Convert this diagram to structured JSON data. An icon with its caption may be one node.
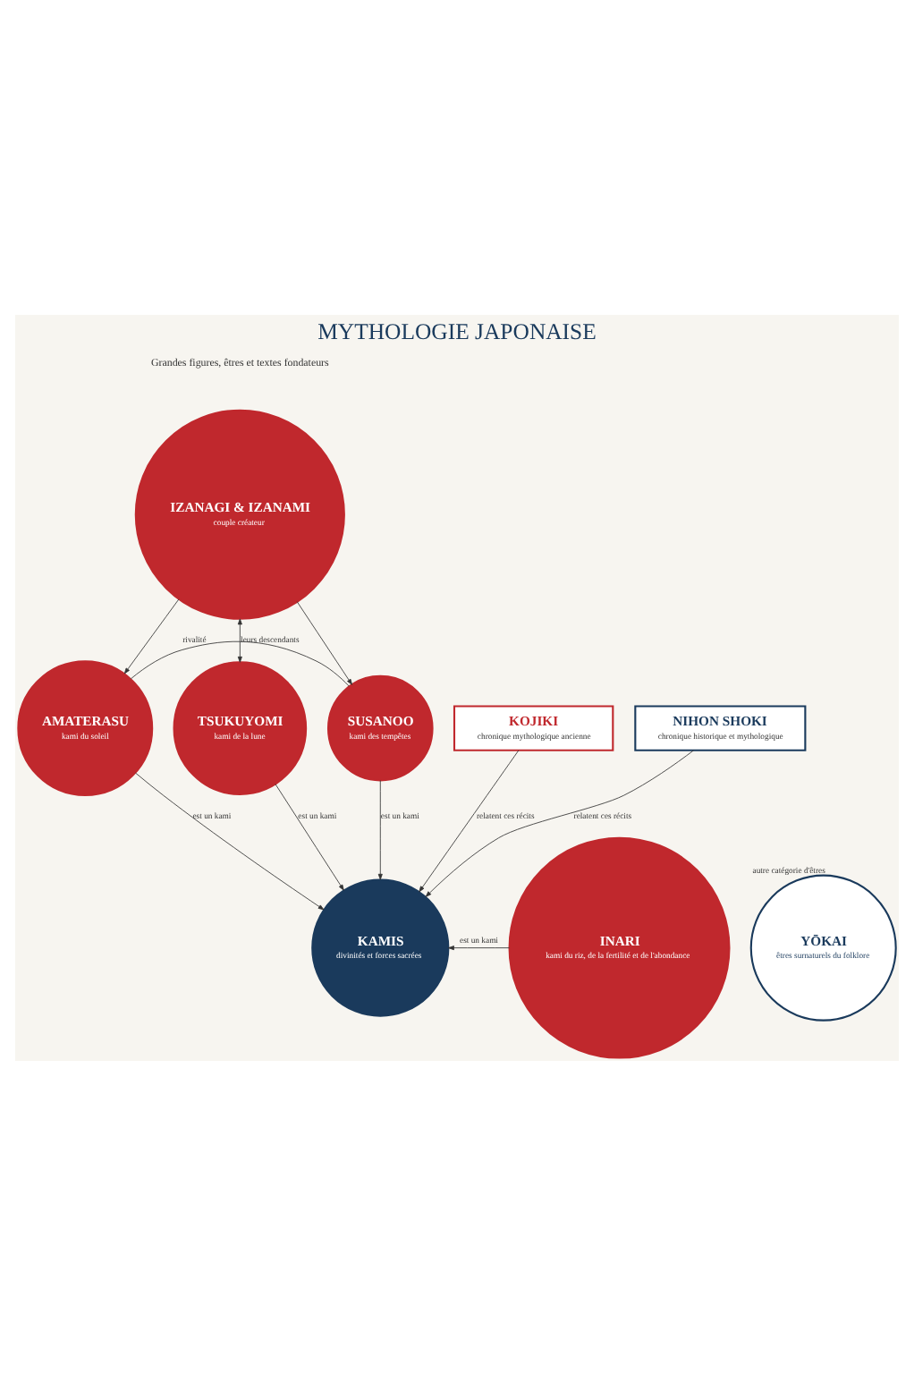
{
  "diagram": {
    "title": "MYTHOLOGIE JAPONAISE",
    "nodes": [
      {
        "text": [
          "IZANAGI & IZANAMI",
          "couple créateur"
        ]
      },
      {
        "text": [
          "AMATERASU",
          "kami du soleil"
        ]
      },
      {
        "text": [
          "TSUKUYOMI",
          "kami de la lune"
        ]
      },
      {
        "text": [
          "SUSANOO",
          "kami des tempêtes"
        ]
      },
      {
        "text": [
          "INARI",
          "kami du riz, de la fertilité et de l'abondance"
        ]
      },
      {
        "text": [
          "KAMIS",
          "divinités et forces sacrées"
        ]
      },
      {
        "text": [
          "YŌKAI",
          "êtres surnaturels du folklore"
        ],
        "beside": [
          "autre catégorie d'êtres"
        ]
      },
      {
        "text": [
          "KOJIKI",
          "chronique mythologique ancienne"
        ]
      },
      {
        "text": [
          "NIHON SHOKI",
          "chronique historique et mythologique"
        ]
      }
    ],
    "edges": [
      {
        "from": 0,
        "to": 1,
        "arrow": "to"
      },
      {
        "from": 0,
        "to": 2,
        "arrow": "both",
        "label": "leurs descendants"
      },
      {
        "from": 0,
        "to": 3,
        "arrow": "to"
      },
      {
        "from": 1,
        "to": 3,
        "arrow": "none",
        "label": "rivalité"
      },
      {
        "from": 1,
        "to": 5,
        "arrow": "to",
        "label": "est un kami"
      },
      {
        "from": 2,
        "to": 5,
        "arrow": "to",
        "label": "est un kami"
      },
      {
        "from": 3,
        "to": 5,
        "arrow": "to",
        "label": "est un kami"
      },
      {
        "from": 4,
        "to": 5,
        "arrow": "to",
        "label": "est un kami"
      },
      {
        "from": 7,
        "to": 5,
        "arrow": "to",
        "label": "relatent ces récits"
      },
      {
        "from": 8,
        "to": 5,
        "arrow": "to",
        "label": "relatent ces récits"
      }
    ],
    "labels": [
      "Grandes figures, êtres et textes fondateurs"
    ]
  }
}
